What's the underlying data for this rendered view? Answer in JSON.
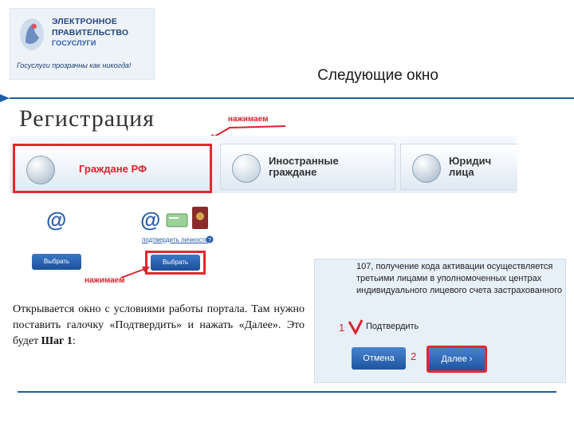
{
  "logo": {
    "line1": "ЭЛЕКТРОННОЕ",
    "line2": "ПРАВИТЕЛЬСТВО",
    "line3": "ГОСУСЛУГИ",
    "slogan": "Госуслуги прозрачны как никогда!"
  },
  "slide_title": "Следующие окно",
  "registration": {
    "title": "Регистрация",
    "callout_top": "нажимаем",
    "cards": [
      {
        "label_line1": "Граждане РФ",
        "label_line2": ""
      },
      {
        "label_line1": "Иностранные",
        "label_line2": "граждане"
      },
      {
        "label_line1": "Юридич",
        "label_line2": "лица"
      }
    ]
  },
  "confirm_block": {
    "at_symbol": "@",
    "link": "подтвердить личность",
    "button_left": "Выбрать",
    "button_right": "Выбрать",
    "callout_bottom": "нажимаем"
  },
  "instruction": {
    "text": "Открывается окно с условиями работы портала. Там нужно поставить галочку «Подтвердить» и нажать «Далее». Это будет ",
    "bold": "Шаг 1",
    "tail": ":"
  },
  "consent": {
    "text": "107, получение кода активации осуществляется третьими лицами в уполномоченных центрах индивидуального лицевого счета застрахованного",
    "step1": "1",
    "step2": "2",
    "confirm_label": "Подтвердить",
    "cancel_label": "Отмена",
    "next_label": "Далее ›"
  },
  "colors": {
    "accent_red": "#e2282f",
    "brand_blue": "#1f5ea9"
  }
}
